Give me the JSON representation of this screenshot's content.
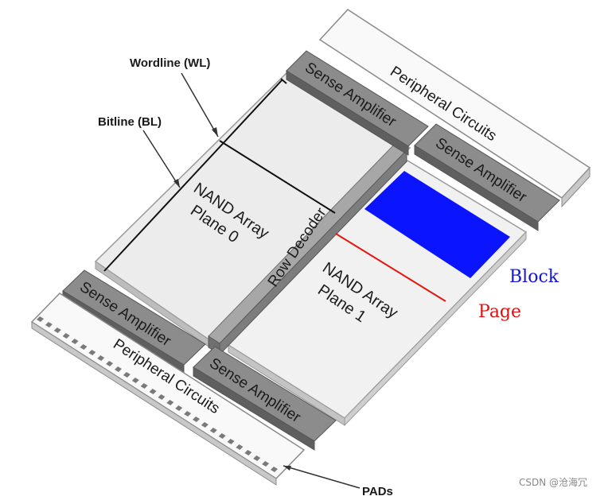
{
  "labels": {
    "wordline": "Wordline (WL)",
    "bitline": "Bitline (BL)",
    "pads": "PADs",
    "block": "Block",
    "page": "Page",
    "watermark": "CSDN @沧海冗"
  },
  "blocks": {
    "sense_amplifier": "Sense Amplifier",
    "peripheral_circuits": "Peripheral Circuits",
    "row_decoder": "Row Decoder",
    "plane0_line1": "NAND Array",
    "plane0_line2": "Plane 0",
    "plane1_line1": "NAND Array",
    "plane1_line2": "Plane 1"
  },
  "colors": {
    "block_highlight": "#0a14ff",
    "page_highlight": "#e8160e",
    "block_text": "#1515d6",
    "page_text": "#e01010",
    "array_fill": "#f0f0f0",
    "module_fill": "#8a8a8a"
  }
}
